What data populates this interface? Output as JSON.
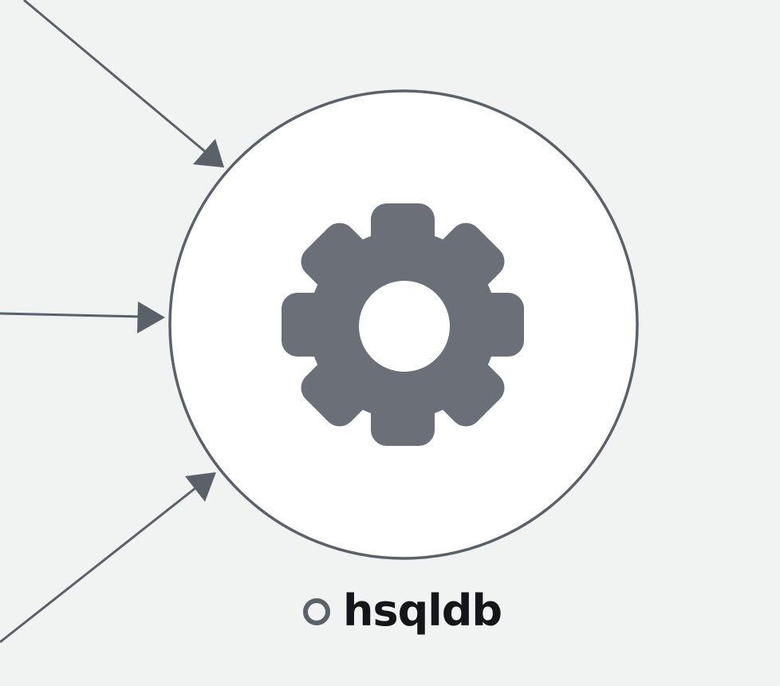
{
  "diagram": {
    "node": {
      "name": "hsqldb",
      "icon": "gear-icon",
      "status": "idle"
    },
    "edges": [
      {
        "from": "offscreen-top-left",
        "to": "hsqldb"
      },
      {
        "from": "offscreen-left",
        "to": "hsqldb"
      },
      {
        "from": "offscreen-bottom-left",
        "to": "hsqldb"
      }
    ]
  },
  "colors": {
    "background": "#f1f3f3",
    "node_fill": "#ffffff",
    "node_stroke": "#5b6169",
    "edge": "#5b6169",
    "icon": "#6b7078",
    "label": "#15161a"
  }
}
